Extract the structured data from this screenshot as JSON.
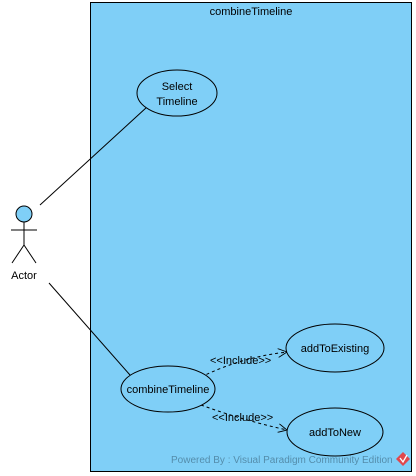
{
  "system": {
    "name": "combineTimeline",
    "fill": "#7fcff7",
    "border": "#000000"
  },
  "actor": {
    "label": "Actor",
    "head_fill": "#7fcff7"
  },
  "use_cases": {
    "select_timeline": {
      "line1": "Select",
      "line2": "Timeline"
    },
    "combine_timeline": {
      "label": "combineTimeline"
    },
    "add_to_existing": {
      "label": "addToExisting"
    },
    "add_to_new": {
      "label": "addToNew"
    }
  },
  "relationships": {
    "include_existing": "<<Include>>",
    "include_new": "<<Include>>"
  },
  "watermark": {
    "text": "Powered By : Visual Paradigm Community Edition",
    "icon": "visual-paradigm-logo-icon",
    "icon_color": "#e0474c"
  }
}
